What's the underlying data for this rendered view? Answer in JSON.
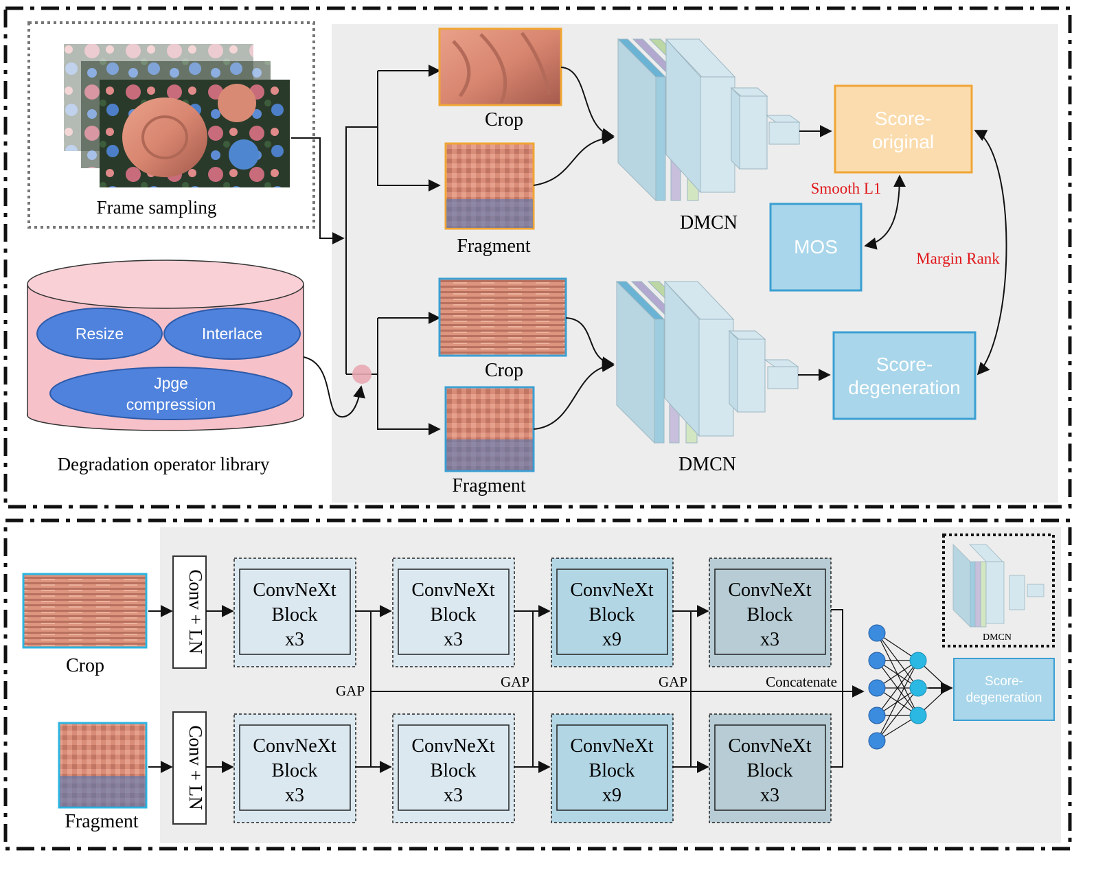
{
  "top_panel": {
    "frame_sampling_label": "Frame sampling",
    "library_label": "Degradation operator library",
    "operators": [
      "Resize",
      "Interlace",
      "Jpge",
      "compression"
    ],
    "crop_label": "Crop",
    "fragment_label": "Fragment",
    "dmcn_label": "DMCN",
    "score_original": [
      "Score-",
      "original"
    ],
    "score_degeneration": [
      "Score-",
      "degeneration"
    ],
    "mos_label": "MOS",
    "smooth_l1_label": "Smooth L1",
    "margin_rank_label": "Margin Rank"
  },
  "bottom_panel": {
    "crop_label": "Crop",
    "fragment_label": "Fragment",
    "conv_ln_label": "Conv + LN",
    "block_word_1": "ConvNeXt",
    "block_word_2": "Block",
    "block_counts": [
      "x3",
      "x3",
      "x9",
      "x3"
    ],
    "gap_label": "GAP",
    "concatenate_label": "Concatenate",
    "dmcn_label": "DMCN",
    "score_degeneration": [
      "Score-",
      "degeneration"
    ]
  },
  "colors": {
    "panel_bg": "#ededed",
    "orange_border": "#f0a535",
    "orange_fill": "#fbdcae",
    "blue_border": "#3b9fd2",
    "blue_fill": "#a9d6ea",
    "pink_fill": "#f6c1c9",
    "ellipse_fill": "#4f82dc",
    "red_text": "#e0181b",
    "block_fill_1": "#dbe8f0",
    "block_fill_2": "#b3d6e5",
    "block_fill_3": "#b7ccd4",
    "node_dark": "#3b8bde",
    "node_light": "#2bb8e3"
  }
}
